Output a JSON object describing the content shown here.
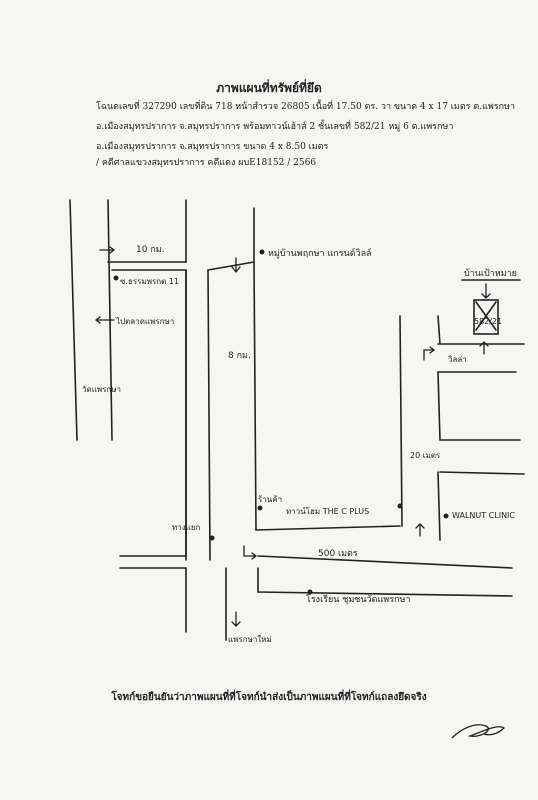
{
  "header": {
    "title": "ภาพแผนที่ทรัพย์ที่ยึด",
    "line1": "โฉนดเลขที่ 327290 เลขที่ดิน 718 หน้าสำรวจ 26805 เนื้อที่ 17.50 ตร. วา ขนาด 4 x 17 เมตร ต.แพรกษา",
    "line2": "อ.เมืองสมุทรปราการ จ.สมุทรปราการ พร้อมทาวน์เฮ้าส์ 2 ชั้นเลขที่ 582/21 หมู่ 6 ต.แพรกษา",
    "line3": "อ.เมืองสมุทรปราการ จ.สมุทรปราการ ขนาด 4 x 8.50 เมตร",
    "line4": "/ คดีศาลแขวงสมุทรปราการ คดีแดง ผบE18152 / 2566"
  },
  "map_labels": {
    "dist_10km": "10 กม.",
    "soi_11": "ซ.ธรรมพรกต 11",
    "to_phraeksa": "ไปตลาดแพรกษา",
    "wat_phraeksa": "วัดแพรกษา",
    "village_top": "หมู่บ้านพฤกษา แกรนด์วิลล์",
    "dist_8km": "8 กม.",
    "target_house": "บ้านเป้าหมาย",
    "house_no": "582/21",
    "dist_20m": "20 เมตร",
    "village_lower": "วิลล่า",
    "townhome": "ทาวน์โฮม THE C PLUS",
    "shop": "ร้านค้า",
    "clinic": "WALNUT CLINIC",
    "crossroad": "ทางแยก",
    "dist_500m": "500 เมตร",
    "school": "โรงเรียน ชุมชนวัดแพรกษา",
    "to_down": "แพรกษาใหม่"
  },
  "footer": {
    "certification": "โจทก์ขอยืนยันว่าภาพแผนที่ที่โจทก์นำส่งเป็นภาพแผนที่ที่โจทก์แถลงยึดจริง"
  },
  "colors": {
    "ink": "#222222",
    "paper": "#f6f6f4"
  }
}
